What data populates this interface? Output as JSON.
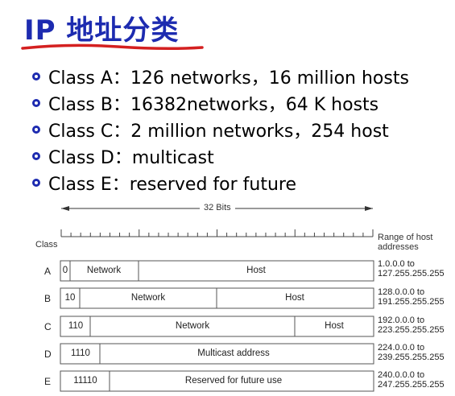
{
  "title": "IP 地址分类",
  "bullets": [
    "Class A：126 networks，16 million hosts",
    "Class B：16382networks，64 K hosts",
    "Class C：2 million networks，254 host",
    "Class D：multicast",
    "Class E：reserved for future"
  ],
  "diagram": {
    "bits_label": "32 Bits",
    "class_header": "Class",
    "range_header_1": "Range of host",
    "range_header_2": "addresses",
    "rows": [
      {
        "cls": "A",
        "prefix": "0",
        "f1": "Network",
        "f2": "Host",
        "r1": "1.0.0.0 to",
        "r2": "127.255.255.255"
      },
      {
        "cls": "B",
        "prefix": "10",
        "f1": "Network",
        "f2": "Host",
        "r1": "128.0.0.0 to",
        "r2": "191.255.255.255"
      },
      {
        "cls": "C",
        "prefix": "110",
        "f1": "Network",
        "f2": "Host",
        "r1": "192.0.0.0 to",
        "r2": "223.255.255.255"
      },
      {
        "cls": "D",
        "prefix": "1110",
        "f1": "Multicast address",
        "r1": "224.0.0.0 to",
        "r2": "239.255.255.255"
      },
      {
        "cls": "E",
        "prefix": "11110",
        "f1": "Reserved for future use",
        "r1": "240.0.0.0 to",
        "r2": "247.255.255.255"
      }
    ]
  }
}
